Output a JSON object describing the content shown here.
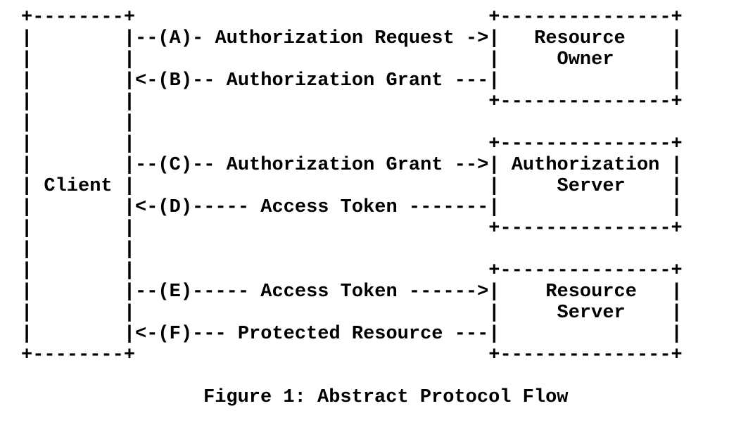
{
  "figure": {
    "caption": "Figure 1: Abstract Protocol Flow",
    "nodes": [
      {
        "id": "client",
        "label": "Client"
      },
      {
        "id": "resource-owner",
        "label": "Resource Owner"
      },
      {
        "id": "authorization-server",
        "label": "Authorization Server"
      },
      {
        "id": "resource-server",
        "label": "Resource Server"
      }
    ],
    "steps": [
      {
        "id": "A",
        "label": "Authorization Request",
        "from": "Client",
        "to": "Resource Owner"
      },
      {
        "id": "B",
        "label": "Authorization Grant",
        "from": "Resource Owner",
        "to": "Client"
      },
      {
        "id": "C",
        "label": "Authorization Grant",
        "from": "Client",
        "to": "Authorization Server"
      },
      {
        "id": "D",
        "label": "Access Token",
        "from": "Authorization Server",
        "to": "Client"
      },
      {
        "id": "E",
        "label": "Access Token",
        "from": "Client",
        "to": "Resource Server"
      },
      {
        "id": "F",
        "label": "Protected Resource",
        "from": "Resource Server",
        "to": "Client"
      }
    ]
  },
  "colors": {
    "text": "#000000",
    "background": "#ffffff"
  },
  "diagram": {
    "lines": [
      "+--------+                               +---------------+",
      "|        |--(A)- Authorization Request ->|   Resource    |",
      "|        |                               |     Owner     |",
      "|        |<-(B)-- Authorization Grant ---|               |",
      "|        |                               +---------------+",
      "|        |",
      "|        |                               +---------------+",
      "|        |--(C)-- Authorization Grant -->| Authorization |",
      "| Client |                               |     Server    |",
      "|        |<-(D)----- Access Token -------|               |",
      "|        |                               +---------------+",
      "|        |",
      "|        |                               +---------------+",
      "|        |--(E)----- Access Token ------>|    Resource   |",
      "|        |                               |     Server    |",
      "|        |<-(F)--- Protected Resource ---|               |",
      "+--------+                               +---------------+"
    ]
  }
}
